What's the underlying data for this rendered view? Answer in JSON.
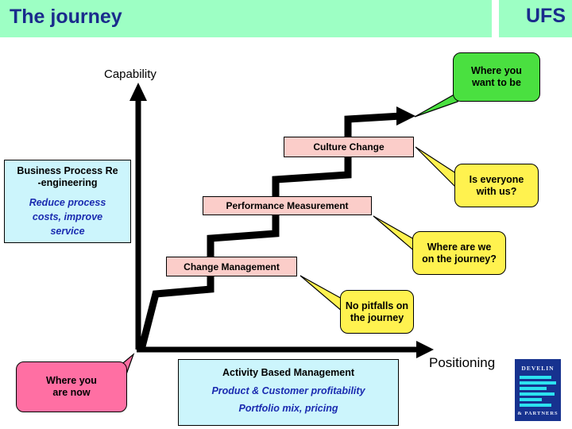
{
  "header": {
    "title": "The journey",
    "brand": "UFS",
    "bar_color": "#9dffc4",
    "text_color": "#1a2b8c"
  },
  "axes": {
    "y_label": "Capability",
    "x_label": "Positioning",
    "arrow_color": "#000000"
  },
  "steps": [
    {
      "label": "Change Management"
    },
    {
      "label": "Performance Measurement"
    },
    {
      "label": "Culture Change"
    }
  ],
  "step_box_color": "#fbcdc9",
  "info_boxes": [
    {
      "title_line1": "Business Process Re",
      "title_line2": "-engineering",
      "sub_line1": "Reduce process",
      "sub_line2": "costs, improve",
      "sub_line3": "service"
    },
    {
      "title_line1": "Activity Based Management",
      "sub_line1": "Product & Customer profitability",
      "sub_line2": "Portfolio mix, pricing"
    }
  ],
  "info_box_color": "#ccf5fc",
  "info_sub_color": "#1a2bb0",
  "callouts": {
    "where_you_want_to_be": {
      "line1": "Where you",
      "line2": "want to be",
      "color": "#4ae040"
    },
    "is_everyone_with_us": {
      "line1": "Is everyone",
      "line2": "with us?",
      "color": "#fff24f"
    },
    "where_are_we_on_the_journey": {
      "line1": "Where are we",
      "line2": "on the journey?",
      "color": "#fff24f"
    },
    "no_pitfalls_on_the_journey": {
      "line1": "No pitfalls on",
      "line2": "the journey",
      "color": "#fff24f"
    },
    "where_you_are_now": {
      "line1": "Where you",
      "line2": "are now",
      "color": "#ff6fa3"
    }
  },
  "logo": {
    "top_word": "DEVELIN",
    "bottom_word": "& PARTNERS",
    "background": "#17328f",
    "bar_color": "#2ce2f0"
  },
  "chart_data": {
    "type": "line",
    "title": "The journey",
    "xlabel": "Positioning",
    "ylabel": "Capability",
    "grid": false,
    "legend": "none",
    "annotation_steps": [
      "Change Management",
      "Performance Measurement",
      "Culture Change"
    ],
    "staircase_points": [
      [
        178,
        440
      ],
      [
        196,
        372
      ],
      [
        196,
        365
      ],
      [
        265,
        365
      ],
      [
        265,
        302
      ],
      [
        278,
        295
      ],
      [
        347,
        295
      ],
      [
        347,
        228
      ],
      [
        360,
        222
      ],
      [
        438,
        222
      ],
      [
        438,
        152
      ],
      [
        450,
        146
      ],
      [
        522,
        146
      ]
    ],
    "start_label": "Where you are now",
    "end_label": "Where you want to be"
  }
}
